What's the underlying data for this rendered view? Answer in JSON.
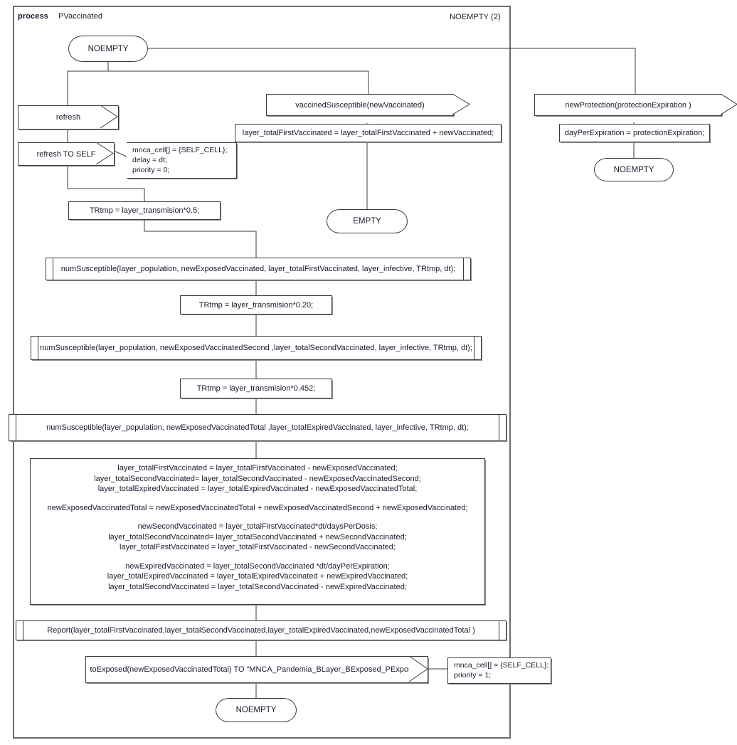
{
  "diagram": {
    "kind": "sdl-process-diagram",
    "header": {
      "keyword": "process",
      "name": "PVaccinated"
    },
    "page_label": "NOEMPTY (2)",
    "colors": {
      "line": "#3a3a3a",
      "frame": "#6b6b6b",
      "shadow": "#8a8a8a",
      "text": "#1a1a2e",
      "background": "#ffffff"
    }
  },
  "states": {
    "start": "NOEMPTY",
    "empty_end": "EMPTY",
    "protection_end": "NOEMPTY",
    "main_end": "NOEMPTY"
  },
  "signals": {
    "refresh_in": "refresh",
    "refresh_out": "refresh TO SELF",
    "vaccined_susceptible_in": "vaccinedSusceptible(newVaccinated)",
    "new_protection_in": "newProtection(protectionExpiration )",
    "to_exposed_out": "toExposed(newExposedVaccinatedTotal) TO “MNCA_Pandemia_BLayer_BExposed_PExposed”"
  },
  "notes": {
    "refresh_note": [
      "mnca_cell[] = {SELF_CELL};",
      "delay = dt;",
      "priority = 0;"
    ],
    "to_exposed_note": [
      "mnca_cell[] = {SELF_CELL};",
      "priority = 1;"
    ]
  },
  "tasks": {
    "first_vaccinated_update": "layer_totalFirstVaccinated = layer_totalFirstVaccinated + newVaccinated;",
    "day_per_expiration": "dayPerExpiration = protectionExpiration;",
    "trtmp_05": "TRtmp  = layer_transmision*0.5;",
    "trtmp_020": "TRtmp = layer_transmision*0.20;",
    "trtmp_0452": "TRtmp = layer_transmision*0.452;",
    "big_block": {
      "group1": [
        "layer_totalFirstVaccinated = layer_totalFirstVaccinated - newExposedVaccinated;",
        "layer_totalSecondVaccinated= layer_totalSecondVaccinated - newExposedVaccinatedSecond;",
        "layer_totalExpiredVaccinated = layer_totalExpiredVaccinated - newExposedVaccinatedTotal;"
      ],
      "group2": [
        "newExposedVaccinatedTotal = newExposedVaccinatedTotal + newExposedVaccinatedSecond  + newExposedVaccinated;"
      ],
      "group3": [
        "newSecondVaccinated = layer_totalFirstVaccinated*dt/daysPerDosis;",
        "layer_totalSecondVaccinated= layer_totalSecondVaccinated + newSecondVaccinated;",
        "layer_totalFirstVaccinated = layer_totalFirstVaccinated - newSecondVaccinated;"
      ],
      "group4": [
        "newExpiredVaccinated = layer_totalSecondVaccinated *dt/dayPerExpiration;",
        "layer_totalExpiredVaccinated = layer_totalExpiredVaccinated + newExpiredVaccinated;",
        "layer_totalSecondVaccinated = layer_totalSecondVaccinated - newExpiredVaccinated;"
      ]
    }
  },
  "procedures": {
    "num_susceptible_first": "numSusceptible(layer_population, newExposedVaccinated, layer_totalFirstVaccinated, layer_infective, TRtmp, dt);",
    "num_susceptible_second": "numSusceptible(layer_population, newExposedVaccinatedSecond ,layer_totalSecondVaccinated, layer_infective, TRtmp, dt);",
    "num_susceptible_total": "numSusceptible(layer_population, newExposedVaccinatedTotal ,layer_totalExpiredVaccinated, layer_infective, TRtmp, dt);",
    "report": "Report(layer_totalFirstVaccinated,layer_totalSecondVaccinated,layer_totalExpiredVaccinated,newExposedVaccinatedTotal )"
  }
}
